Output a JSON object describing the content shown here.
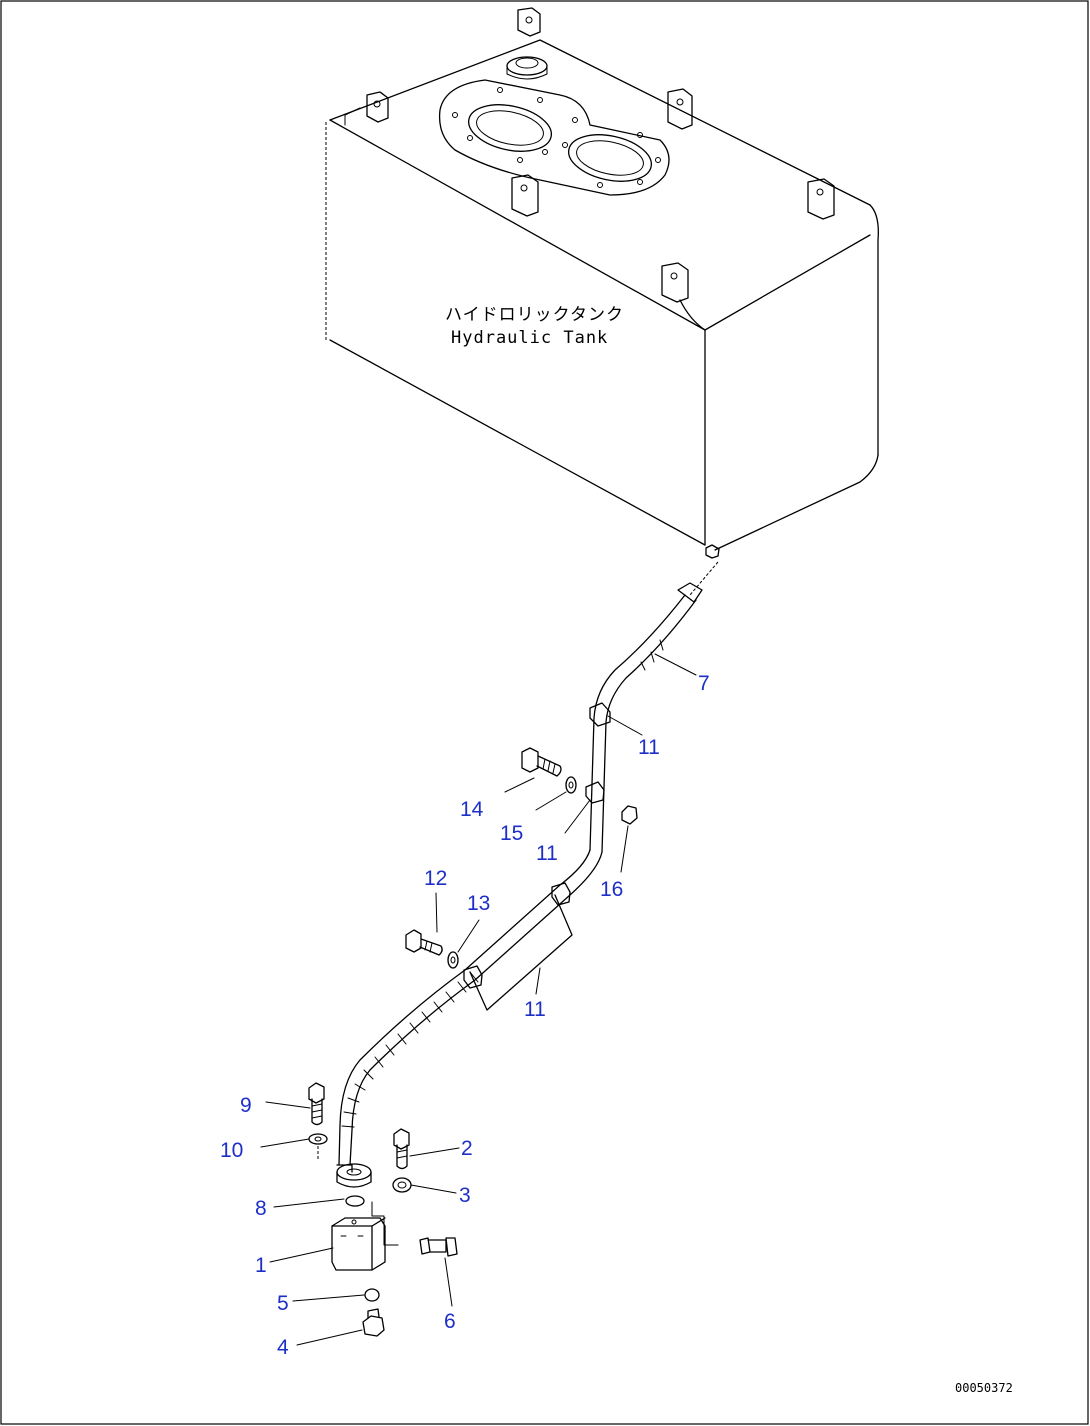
{
  "tank": {
    "label_jp": "ハイドロリックタンク",
    "label_en": "Hydraulic Tank"
  },
  "parts": [
    {
      "id": "callout-1",
      "number": "1"
    },
    {
      "id": "callout-2",
      "number": "2"
    },
    {
      "id": "callout-3",
      "number": "3"
    },
    {
      "id": "callout-4",
      "number": "4"
    },
    {
      "id": "callout-5",
      "number": "5"
    },
    {
      "id": "callout-6",
      "number": "6"
    },
    {
      "id": "callout-7",
      "number": "7"
    },
    {
      "id": "callout-8",
      "number": "8"
    },
    {
      "id": "callout-9",
      "number": "9"
    },
    {
      "id": "callout-10",
      "number": "10"
    },
    {
      "id": "callout-11a",
      "number": "11"
    },
    {
      "id": "callout-11b",
      "number": "11"
    },
    {
      "id": "callout-11c",
      "number": "11"
    },
    {
      "id": "callout-12",
      "number": "12"
    },
    {
      "id": "callout-13",
      "number": "13"
    },
    {
      "id": "callout-14",
      "number": "14"
    },
    {
      "id": "callout-15",
      "number": "15"
    },
    {
      "id": "callout-16",
      "number": "16"
    }
  ],
  "doc_id": "00050372",
  "colors": {
    "callout_text": "#1e2fc8",
    "line_art": "#000000",
    "background": "#ffffff"
  }
}
